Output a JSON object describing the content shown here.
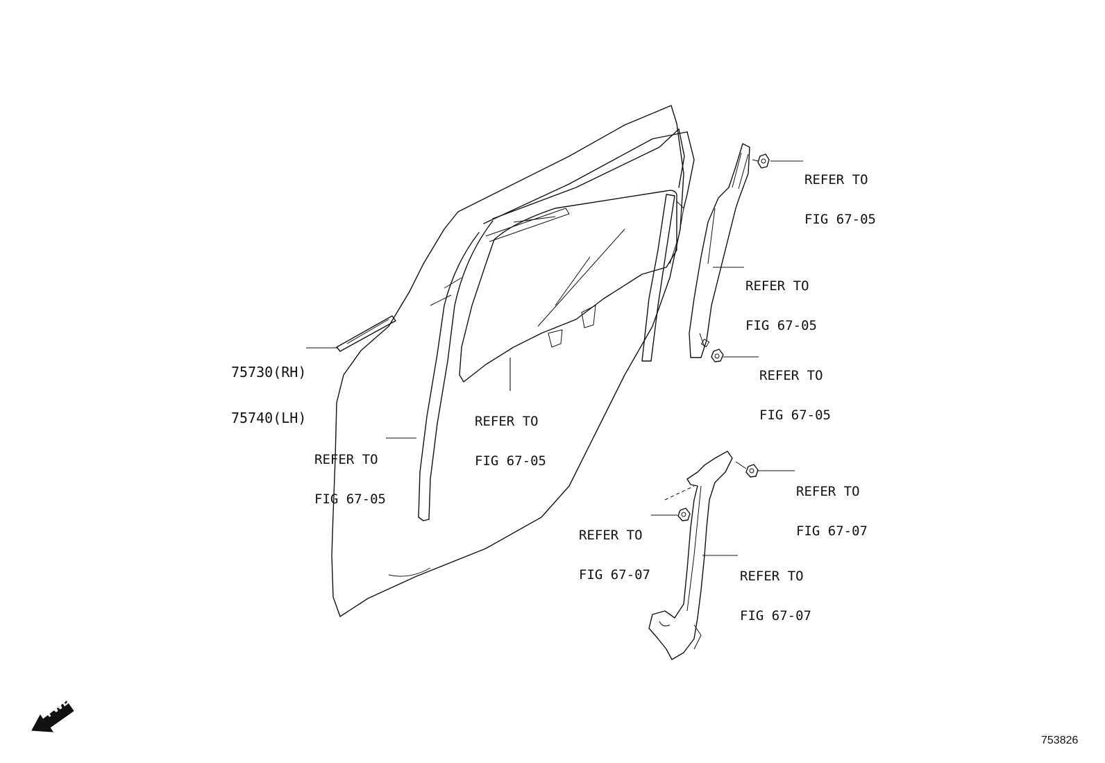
{
  "part_numbers": {
    "rh": "75730(RH)",
    "lh": "75740(LH)"
  },
  "refs": {
    "door_frame": {
      "line1": "REFER TO",
      "line2": "FIG 67-05"
    },
    "glass": {
      "line1": "REFER TO",
      "line2": "FIG 67-05"
    },
    "channel_bolt_top": {
      "line1": "REFER TO",
      "line2": "FIG 67-05"
    },
    "channel": {
      "line1": "REFER TO",
      "line2": "FIG 67-05"
    },
    "channel_bolt_bottom": {
      "line1": "REFER TO",
      "line2": "FIG 67-05"
    },
    "regulator_bolt_right": {
      "line1": "REFER TO",
      "line2": "FIG 67-07"
    },
    "regulator_bolt_left": {
      "line1": "REFER TO",
      "line2": "FIG 67-07"
    },
    "regulator": {
      "line1": "REFER TO",
      "line2": "FIG 67-07"
    }
  },
  "fwd_label": "FWD",
  "figure_number": "753826"
}
